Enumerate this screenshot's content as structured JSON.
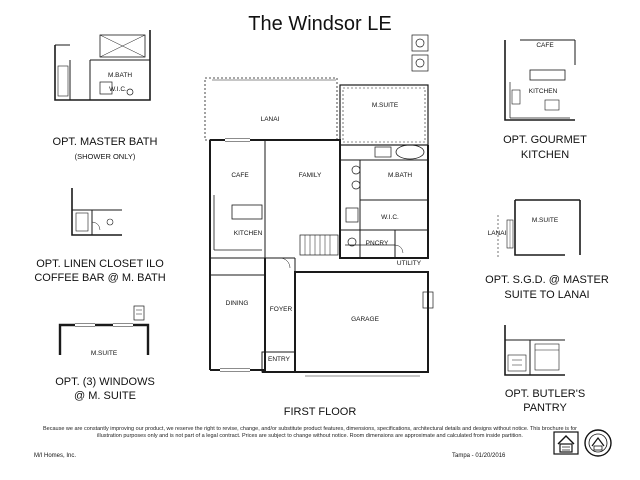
{
  "title": "The Windsor LE",
  "floor_label": "FIRST FLOOR",
  "options": {
    "master_bath": {
      "line1": "OPT. MASTER BATH",
      "line2": "(SHOWER ONLY)",
      "room": "M.BATH",
      "wic": "W.I.C."
    },
    "linen_closet": {
      "line1": "OPT. LINEN CLOSET ILO",
      "line2": "COFFEE BAR @ M. BATH"
    },
    "windows": {
      "line1": "OPT. (3) WINDOWS",
      "line2": "@ M. SUITE",
      "room": "M.SUITE"
    },
    "gourmet_kitchen": {
      "line1": "OPT. GOURMET",
      "line2": "KITCHEN",
      "cafe": "CAFE",
      "kitchen": "KITCHEN"
    },
    "sgd": {
      "line1": "OPT. S.G.D. @ MASTER",
      "line2": "SUITE TO LANAI",
      "lanai": "LANAI",
      "suite": "M.SUITE"
    },
    "butlers_pantry": {
      "line1": "OPT. BUTLER'S",
      "line2": "PANTRY"
    }
  },
  "rooms": {
    "lanai": "LANAI",
    "msuite": "M.SUITE",
    "cafe": "CAFE",
    "family": "FAMILY",
    "mbath": "M.BATH",
    "wic": "W.I.C.",
    "kitchen": "KITCHEN",
    "pantry": "PNCRY",
    "utility": "UTILITY",
    "dining": "DINING",
    "foyer": "FOYER",
    "garage": "GARAGE",
    "entry": "ENTRY"
  },
  "disclaimer": "Because we are constantly improving our product, we reserve the right to revise, change, and/or substitute product features, dimensions, specifications, architectural details and designs without notice. This brochure is for illustration purposes only and is not part of a legal contract. Prices are subject to change without notice. Room dimensions are approximate and calculated from inside partition.",
  "builder": "M/I Homes, Inc.",
  "footer_right": "Tampa - 01/20/2016",
  "colors": {
    "line": "#1a1a1a",
    "thin": "#555555"
  },
  "icons": [
    "equal-housing-opportunity-icon",
    "builder-seal-icon"
  ]
}
